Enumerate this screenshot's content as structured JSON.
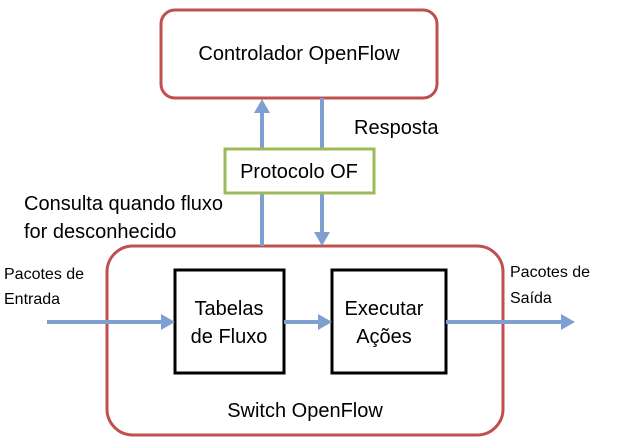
{
  "controller": {
    "label": "Controlador OpenFlow"
  },
  "protocol": {
    "label": "Protocolo OF"
  },
  "response": {
    "label": "Resposta"
  },
  "query": {
    "line1": "Consulta quando fluxo",
    "line2": "for desconhecido"
  },
  "switch": {
    "label": "Switch OpenFlow"
  },
  "flow_tables": {
    "line1": "Tabelas",
    "line2": "de Fluxo"
  },
  "actions": {
    "line1": "Executar",
    "line2": "Ações"
  },
  "input_packets": {
    "line1": "Pacotes de",
    "line2": "Entrada"
  },
  "output_packets": {
    "line1": "Pacotes de",
    "line2": "Saída"
  },
  "colors": {
    "container_border": "#c0504d",
    "protocol_border": "#9bbb59",
    "inner_border": "#000000",
    "arrow": "#7f9fd0",
    "text": "#000000"
  }
}
